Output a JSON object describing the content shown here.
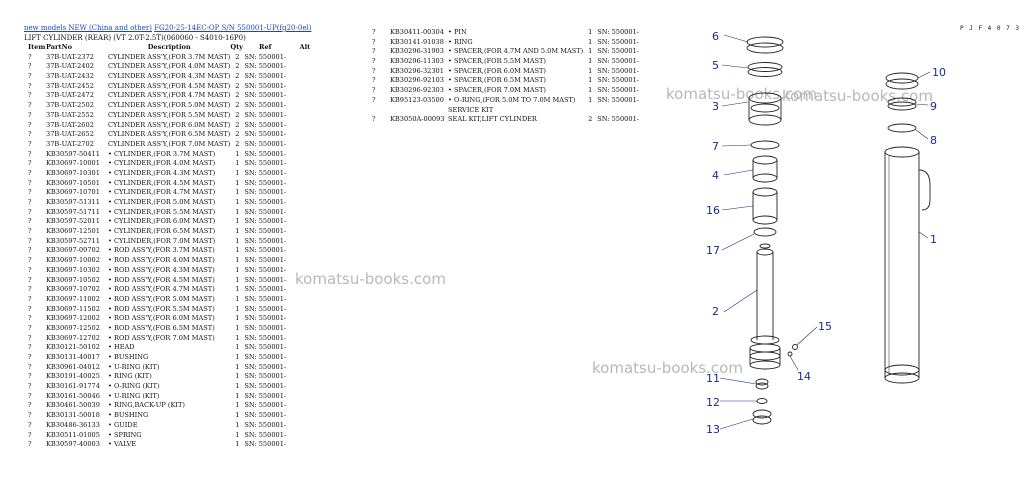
{
  "breadcrumb": {
    "link1": "new models NEW (China and other)",
    "link2": "FG20-25-14EC-OP S/N 550001-UP(fg20-0el)"
  },
  "subtitle": "LIFT CYLINDER (REAR) (VT 2.0T-2.5T)(060060 - S4010-16P0)",
  "table_headers": {
    "item": "Item",
    "partno": "PartNo",
    "description": "Description",
    "qty": "Qty",
    "ref": "Ref",
    "alt": "Alt"
  },
  "left_rows": [
    {
      "item": "?",
      "part": "37B-UAT-2372",
      "desc": "CYLINDER ASS'Y,(FOR 3.7M MAST)",
      "qty": "2",
      "sn": "SN: 550001-"
    },
    {
      "item": "?",
      "part": "37B-UAT-2402",
      "desc": "CYLINDER ASS'Y,(FOR 4.0M MAST)",
      "qty": "2",
      "sn": "SN: 550001-"
    },
    {
      "item": "?",
      "part": "37B-UAT-2432",
      "desc": "CYLINDER ASS'Y,(FOR 4.3M MAST)",
      "qty": "2",
      "sn": "SN: 550001-"
    },
    {
      "item": "?",
      "part": "37B-UAT-2452",
      "desc": "CYLINDER ASS'Y,(FOR 4.5M MAST)",
      "qty": "2",
      "sn": "SN: 550001-"
    },
    {
      "item": "?",
      "part": "37B-UAT-2472",
      "desc": "CYLINDER ASS'Y,(FOR 4.7M MAST)",
      "qty": "2",
      "sn": "SN: 550001-"
    },
    {
      "item": "?",
      "part": "37B-UAT-2502",
      "desc": "CYLINDER ASS'Y,(FOR 5.0M MAST)",
      "qty": "2",
      "sn": "SN: 550001-"
    },
    {
      "item": "?",
      "part": "37B-UAT-2552",
      "desc": "CYLINDER ASS'Y,(FOR 5.5M MAST)",
      "qty": "2",
      "sn": "SN: 550001-"
    },
    {
      "item": "?",
      "part": "37B-UAT-2602",
      "desc": "CYLINDER ASS'Y,(FOR 6.0M MAST)",
      "qty": "2",
      "sn": "SN: 550001-"
    },
    {
      "item": "?",
      "part": "37B-UAT-2652",
      "desc": "CYLINDER ASS'Y,(FOR 6.5M MAST)",
      "qty": "2",
      "sn": "SN: 550001-"
    },
    {
      "item": "?",
      "part": "37B-UAT-2702",
      "desc": "CYLINDER ASS'Y,(FOR 7.0M MAST)",
      "qty": "2",
      "sn": "SN: 550001-"
    },
    {
      "item": "?",
      "part": "KB30597-50411",
      "desc": "• CYLINDER,(FOR 3.7M MAST)",
      "qty": "1",
      "sn": "SN: 550001-"
    },
    {
      "item": "?",
      "part": "KB30697-10001",
      "desc": "• CYLINDER,(FOR 4.0M MAST)",
      "qty": "1",
      "sn": "SN: 550001-"
    },
    {
      "item": "?",
      "part": "KB30697-10301",
      "desc": "• CYLINDER,(FOR 4.3M MAST)",
      "qty": "1",
      "sn": "SN: 550001-"
    },
    {
      "item": "?",
      "part": "KB30697-10501",
      "desc": "• CYLINDER,(FOR 4.5M MAST)",
      "qty": "1",
      "sn": "SN: 550001-"
    },
    {
      "item": "?",
      "part": "KB30697-10701",
      "desc": "• CYLINDER,(FOR 4.7M MAST)",
      "qty": "1",
      "sn": "SN: 550001-"
    },
    {
      "item": "?",
      "part": "KB30597-51311",
      "desc": "• CYLINDER,(FOR 5.0M MAST)",
      "qty": "1",
      "sn": "SN: 550001-"
    },
    {
      "item": "?",
      "part": "KB30597-51711",
      "desc": "• CYLINDER,(FOR 5.5M MAST)",
      "qty": "1",
      "sn": "SN: 550001-"
    },
    {
      "item": "?",
      "part": "KB30597-52011",
      "desc": "• CYLINDER,(FOR 6.0M MAST)",
      "qty": "1",
      "sn": "SN: 550001-"
    },
    {
      "item": "?",
      "part": "KB30697-12501",
      "desc": "• CYLINDER,(FOR 6.5M MAST)",
      "qty": "1",
      "sn": "SN: 550001-"
    },
    {
      "item": "?",
      "part": "KB30597-52711",
      "desc": "• CYLINDER,(FOR 7.0M MAST)",
      "qty": "1",
      "sn": "SN: 550001-"
    },
    {
      "item": "?",
      "part": "KB30697-09702",
      "desc": "• ROD ASS'Y,(FOR 3.7M MAST)",
      "qty": "1",
      "sn": "SN: 550001-"
    },
    {
      "item": "?",
      "part": "KB30697-10002",
      "desc": "• ROD ASS'Y,(FOR 4.0M MAST)",
      "qty": "1",
      "sn": "SN: 550001-"
    },
    {
      "item": "?",
      "part": "KB30697-10302",
      "desc": "• ROD ASS'Y,(FOR 4.3M MAST)",
      "qty": "1",
      "sn": "SN: 550001-"
    },
    {
      "item": "?",
      "part": "KB30697-10502",
      "desc": "• ROD ASS'Y,(FOR 4.5M MAST)",
      "qty": "1",
      "sn": "SN: 550001-"
    },
    {
      "item": "?",
      "part": "KB30697-10702",
      "desc": "• ROD ASS'Y,(FOR 4.7M MAST)",
      "qty": "1",
      "sn": "SN: 550001-"
    },
    {
      "item": "?",
      "part": "KB30697-11002",
      "desc": "• ROD ASS'Y,(FOR 5.0M MAST)",
      "qty": "1",
      "sn": "SN: 550001-"
    },
    {
      "item": "?",
      "part": "KB30697-11502",
      "desc": "• ROD ASS'Y,(FOR 5.5M MAST)",
      "qty": "1",
      "sn": "SN: 550001-"
    },
    {
      "item": "?",
      "part": "KB30697-12002",
      "desc": "• ROD ASS'Y,(FOR 6.0M MAST)",
      "qty": "1",
      "sn": "SN: 550001-"
    },
    {
      "item": "?",
      "part": "KB30697-12502",
      "desc": "• ROD ASS'Y,(FOR 6.5M MAST)",
      "qty": "1",
      "sn": "SN: 550001-"
    },
    {
      "item": "?",
      "part": "KB30697-12702",
      "desc": "• ROD ASS'Y,(FOR 7.0M MAST)",
      "qty": "1",
      "sn": "SN: 550001-"
    },
    {
      "item": "?",
      "part": "KB30121-50102",
      "desc": "• HEAD",
      "qty": "1",
      "sn": "SN: 550001-"
    },
    {
      "item": "?",
      "part": "KB30131-40017",
      "desc": "• BUSHING",
      "qty": "1",
      "sn": "SN: 550001-"
    },
    {
      "item": "?",
      "part": "KB30961-04012",
      "desc": "• U-RING (KIT)",
      "qty": "1",
      "sn": "SN: 550001-"
    },
    {
      "item": "?",
      "part": "KB30191-40025",
      "desc": "• RING (KIT)",
      "qty": "1",
      "sn": "SN: 550001-"
    },
    {
      "item": "?",
      "part": "KB30161-91774",
      "desc": "• O-RING (KIT)",
      "qty": "1",
      "sn": "SN: 550001-"
    },
    {
      "item": "?",
      "part": "KB30161-50046",
      "desc": "• U-RING (KIT)",
      "qty": "1",
      "sn": "SN: 550001-"
    },
    {
      "item": "?",
      "part": "KB30461-50039",
      "desc": "• RING,BACK-UP (KIT)",
      "qty": "1",
      "sn": "SN: 550001-"
    },
    {
      "item": "?",
      "part": "KB30131-50018",
      "desc": "• BUSHING",
      "qty": "1",
      "sn": "SN: 550001-"
    },
    {
      "item": "?",
      "part": "KB30486-36133",
      "desc": "• GUIDE",
      "qty": "1",
      "sn": "SN: 550001-"
    },
    {
      "item": "?",
      "part": "KB30511-01005",
      "desc": "• SPRING",
      "qty": "1",
      "sn": "SN: 550001-"
    },
    {
      "item": "?",
      "part": "KB30597-40003",
      "desc": "• VALVE",
      "qty": "1",
      "sn": "SN: 550001-"
    }
  ],
  "right_rows": [
    {
      "item": "?",
      "part": "KB30411-00304",
      "desc": "• PIN",
      "qty": "1",
      "sn": "SN: 550001-"
    },
    {
      "item": "?",
      "part": "KB30141-91038",
      "desc": "• RING",
      "qty": "1",
      "sn": "SN: 550001-"
    },
    {
      "item": "?",
      "part": "KB30296-31903",
      "desc": "• SPACER,(FOR 4.7M AND 5.0M MAST)",
      "qty": "1",
      "sn": "SN: 550001-"
    },
    {
      "item": "?",
      "part": "KB30296-11303",
      "desc": "• SPACER,(FOR 5.5M MAST)",
      "qty": "1",
      "sn": "SN: 550001-"
    },
    {
      "item": "?",
      "part": "KB30296-32301",
      "desc": "• SPACER,(FOR 6.0M MAST)",
      "qty": "1",
      "sn": "SN: 550001-"
    },
    {
      "item": "?",
      "part": "KB30296-92103",
      "desc": "• SPACER,(FOR 6.5M MAST)",
      "qty": "1",
      "sn": "SN: 550001-"
    },
    {
      "item": "?",
      "part": "KB30296-92303",
      "desc": "• SPACER,(FOR 7.0M MAST)",
      "qty": "1",
      "sn": "SN: 550001-"
    },
    {
      "item": "?",
      "part": "KB95123-03500",
      "desc": "• O-RING,(FOR 5.0M TO 7.0M MAST)",
      "qty": "1",
      "sn": "SN: 550001-"
    },
    {
      "item": "",
      "part": "",
      "desc": "SERVICE KIT",
      "qty": "",
      "sn": ""
    },
    {
      "item": "?",
      "part": "KB3050A-00093",
      "desc": "SEAL KIT,LIFT CYLINDER",
      "qty": "2",
      "sn": "SN: 550001-"
    }
  ],
  "watermark": "komatsu-books.com",
  "diagram_code": "P J F 4 0 7 3",
  "callouts": [
    "6",
    "5",
    "3",
    "7",
    "4",
    "16",
    "17",
    "2",
    "11",
    "12",
    "13",
    "10",
    "9",
    "8",
    "1",
    "15",
    "14"
  ]
}
